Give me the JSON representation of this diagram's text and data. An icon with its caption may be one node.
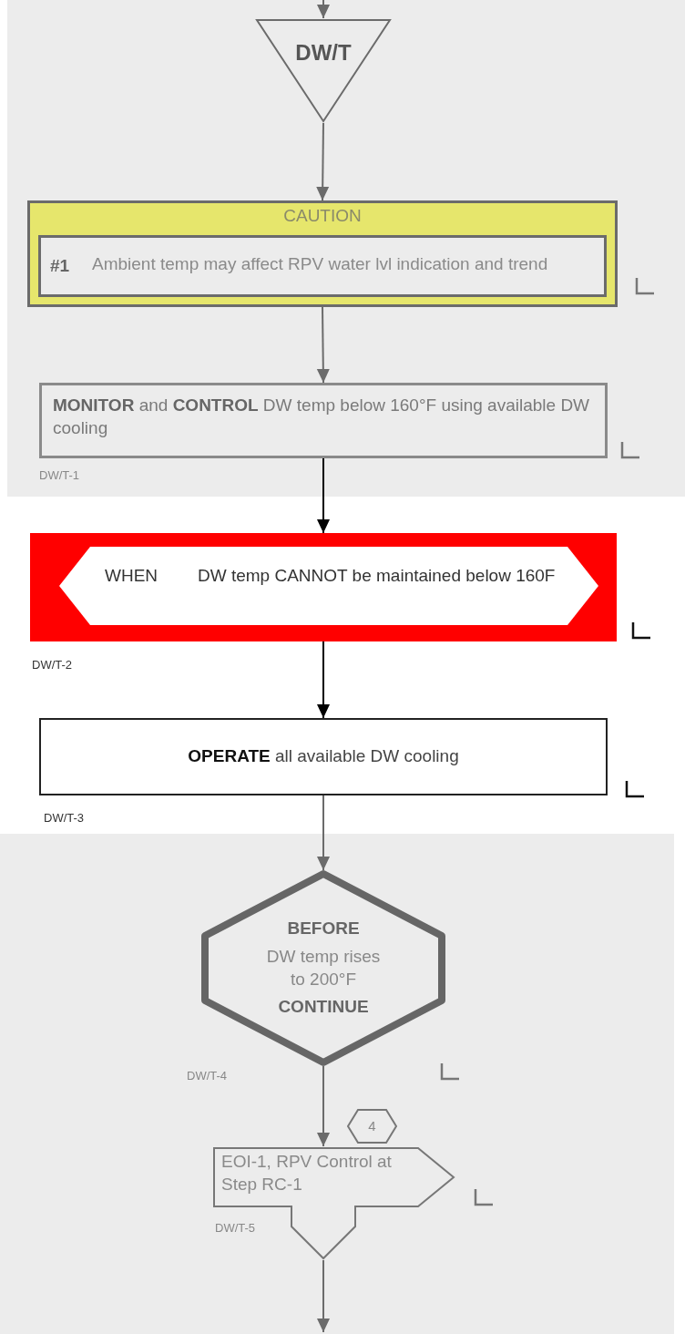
{
  "diagram": {
    "nodes": [
      {
        "text": [
          "DW/T"
        ]
      },
      {
        "text": [
          "CAUTION"
        ]
      },
      {
        "text": [
          "#1",
          "Ambient temp may affect RPV water lvl indication and trend"
        ],
        "in": 1
      },
      {
        "text": [
          "**MONITOR** and **CONTROL** DW temp below 160°F using available DW cooling"
        ],
        "beside": [
          "DW/T-1"
        ]
      },
      {
        "text": [
          "WHEN",
          "DW temp CANNOT be maintained below 160F"
        ],
        "beside": [
          "DW/T-2"
        ]
      },
      {
        "text": [
          "**OPERATE** all available DW cooling"
        ],
        "beside": [
          "DW/T-3"
        ]
      },
      {
        "text": [
          "BEFORE",
          "DW temp rises to 200°F",
          "CONTINUE"
        ],
        "beside": [
          "DW/T-4"
        ]
      },
      {
        "text": [
          "4"
        ]
      },
      {
        "text": [
          "EOI-1, RPV Control at Step RC-1"
        ],
        "beside": [
          "DW/T-5"
        ]
      }
    ],
    "edges": [
      {
        "from": null,
        "to": 0,
        "arrow": "to"
      },
      {
        "from": 0,
        "to": 1,
        "arrow": "to"
      },
      {
        "from": 1,
        "to": 3,
        "arrow": "to"
      },
      {
        "from": 3,
        "to": 4,
        "arrow": "to",
        "color": "#000000"
      },
      {
        "from": 4,
        "to": 5,
        "arrow": "to",
        "color": "#000000"
      },
      {
        "from": 5,
        "to": 6,
        "arrow": "to"
      },
      {
        "from": 6,
        "to": 8,
        "arrow": "to"
      },
      {
        "from": 8,
        "to": null,
        "arrow": "to"
      }
    ]
  }
}
